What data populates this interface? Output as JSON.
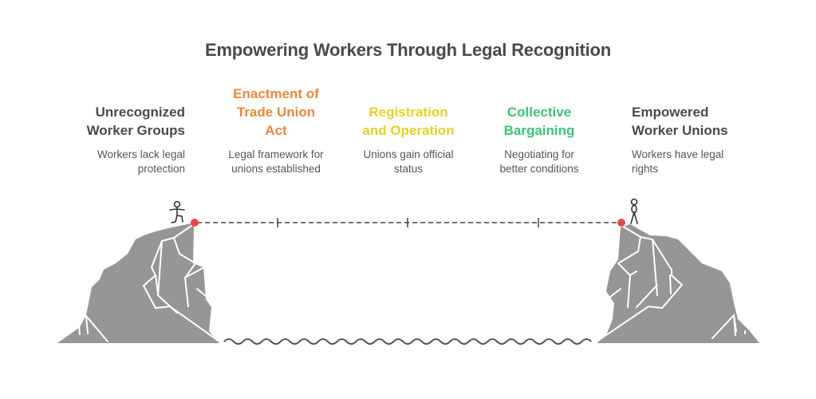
{
  "title": "Empowering Workers Through Legal Recognition",
  "colors": {
    "title": "#4a4a4a",
    "stage_default": "#4a4a4a",
    "stage_orange": "#e8883a",
    "stage_yellow": "#e6cf2a",
    "stage_green": "#3ec27a",
    "description": "#555555",
    "cliff": "#969696",
    "marker": "#e24a4a",
    "line": "#444444"
  },
  "stages": [
    {
      "title_line1": "Unrecognized",
      "title_line2": "Worker Groups",
      "title_line3": "",
      "desc_line1": "Workers lack legal",
      "desc_line2": "protection",
      "color": "#4a4a4a"
    },
    {
      "title_line1": "Enactment of",
      "title_line2": "Trade Union",
      "title_line3": "Act",
      "desc_line1": "Legal framework for",
      "desc_line2": "unions established",
      "color": "#e8883a"
    },
    {
      "title_line1": "Registration",
      "title_line2": "and Operation",
      "title_line3": "",
      "desc_line1": "Unions gain official",
      "desc_line2": "status",
      "color": "#e6cf2a"
    },
    {
      "title_line1": "Collective",
      "title_line2": "Bargaining",
      "title_line3": "",
      "desc_line1": "Negotiating for",
      "desc_line2": "better conditions",
      "color": "#3ec27a"
    },
    {
      "title_line1": "Empowered",
      "title_line2": "Worker Unions",
      "title_line3": "",
      "desc_line1": "Workers have legal",
      "desc_line2": "rights",
      "color": "#4a4a4a"
    }
  ],
  "icons": {
    "left_figure": "stick-figure-stepping-icon",
    "right_figure": "stick-figure-standing-icon",
    "start_marker": "start-dot-icon",
    "end_marker": "end-dot-icon",
    "water": "water-wave-icon"
  }
}
